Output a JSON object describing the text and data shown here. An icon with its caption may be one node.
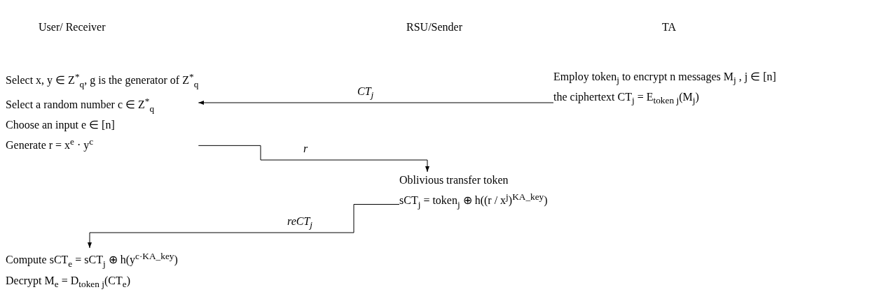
{
  "diagram": {
    "nodes": [
      {
        "text": [
          "Select x, y ∈ Z$^{*}$$_{q}$, g is the generator of Z$^{*}$$_{q}$",
          "Select a random number  c ∈ Z$^{*}$$_{q}$",
          "Choose an input  e ∈ [n]",
          "Generate  r = x$^{e}$ · y$^{c}$"
        ]
      },
      {
        "text": [
          "Employ token$_{j}$ to encrypt n messages M$_{j}$ , j ∈ [n]",
          "the ciphertext  CT$_{j}$ = E$_{token j}$(M$_{j}$)"
        ]
      },
      {
        "text": [
          "Oblivious transfer token",
          "sCT$_{j}$ = token$_{j}$ ⊕ h((r / x$^{j}$)$^{KA_key}$)"
        ]
      },
      {
        "text": [
          "Compute  sCT$_{e}$ = sCT$_{j}$ ⊕ h(y$^{c·KA_key}$)",
          "Decrypt  M$_{e}$ = D$_{token j}$(CT$_{e}$)"
        ]
      }
    ],
    "edges": [
      {
        "from": 1,
        "to": 0,
        "arrow": "to",
        "label": "CT$_{j}$"
      },
      {
        "from": 0,
        "to": 2,
        "arrow": "to",
        "label": "r"
      },
      {
        "from": 2,
        "to": 3,
        "arrow": "to",
        "label": "reCT$_{j}$"
      }
    ],
    "labels": [
      "User/ Receiver",
      "RSU/Sender",
      "TA"
    ]
  }
}
